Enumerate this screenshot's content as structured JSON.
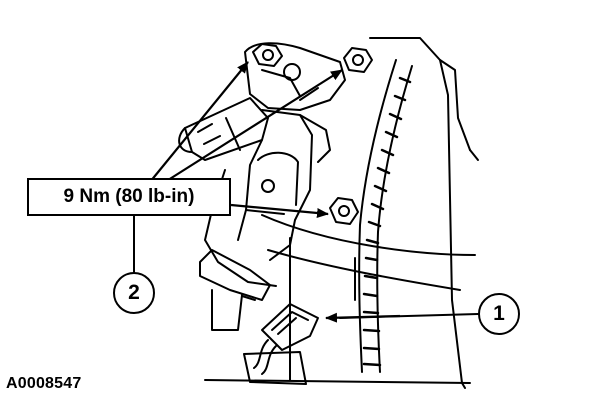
{
  "diagram": {
    "torque_label": "9 Nm (80 lb-in)",
    "callouts": [
      {
        "number": "1"
      },
      {
        "number": "2"
      }
    ],
    "figure_id": "A0008547"
  }
}
